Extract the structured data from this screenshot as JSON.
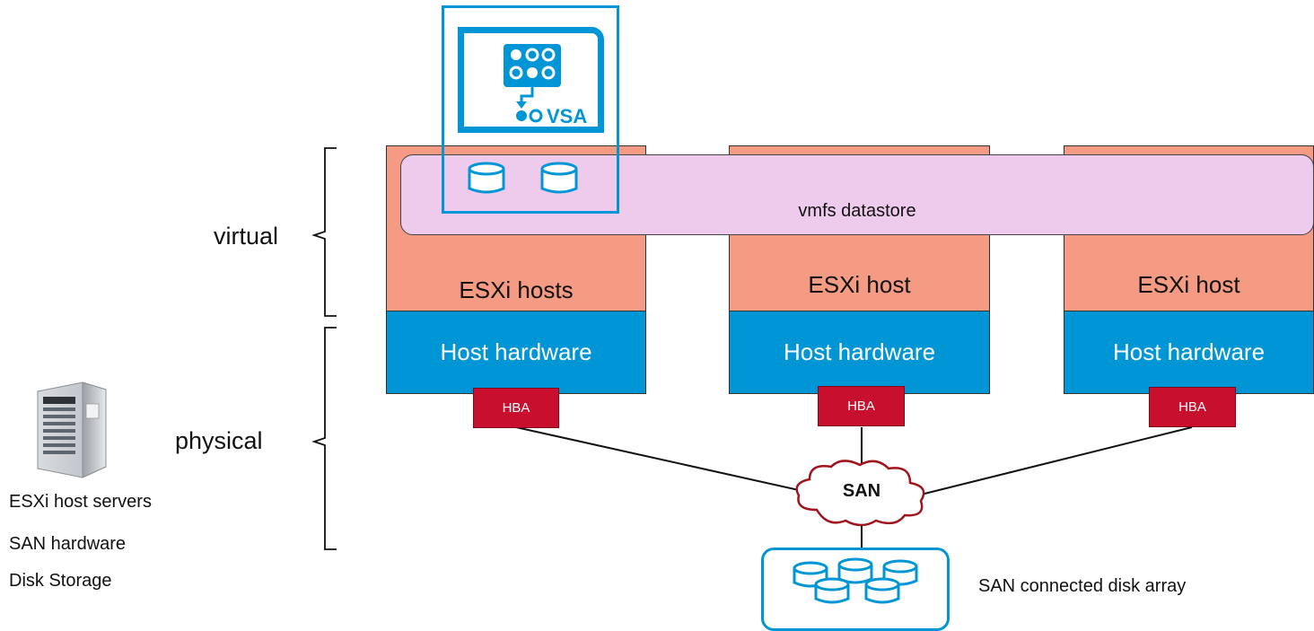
{
  "labels": {
    "virtual": "virtual",
    "physical": "physical"
  },
  "hosts": [
    {
      "esxi_label": "ESXi hosts",
      "hardware_label": "Host hardware",
      "hba_label": "HBA"
    },
    {
      "esxi_label": "ESXi host",
      "hardware_label": "Host hardware",
      "hba_label": "HBA"
    },
    {
      "esxi_label": "ESXi host",
      "hardware_label": "Host hardware",
      "hba_label": "HBA"
    }
  ],
  "datastore": {
    "label": "vmfs datastore"
  },
  "vsa": {
    "badge": "VSA"
  },
  "san": {
    "label": "SAN"
  },
  "disk_array": {
    "label": "SAN connected disk array"
  },
  "legend": {
    "items": [
      "ESXi host servers",
      "SAN hardware",
      "Disk Storage"
    ]
  },
  "colors": {
    "esxi": "#f59a83",
    "hardware": "#0096d6",
    "hba": "#c8102e",
    "datastore": "#eecbec",
    "vsa_accent": "#0096d6",
    "san_cloud_stroke": "#a0141e"
  }
}
